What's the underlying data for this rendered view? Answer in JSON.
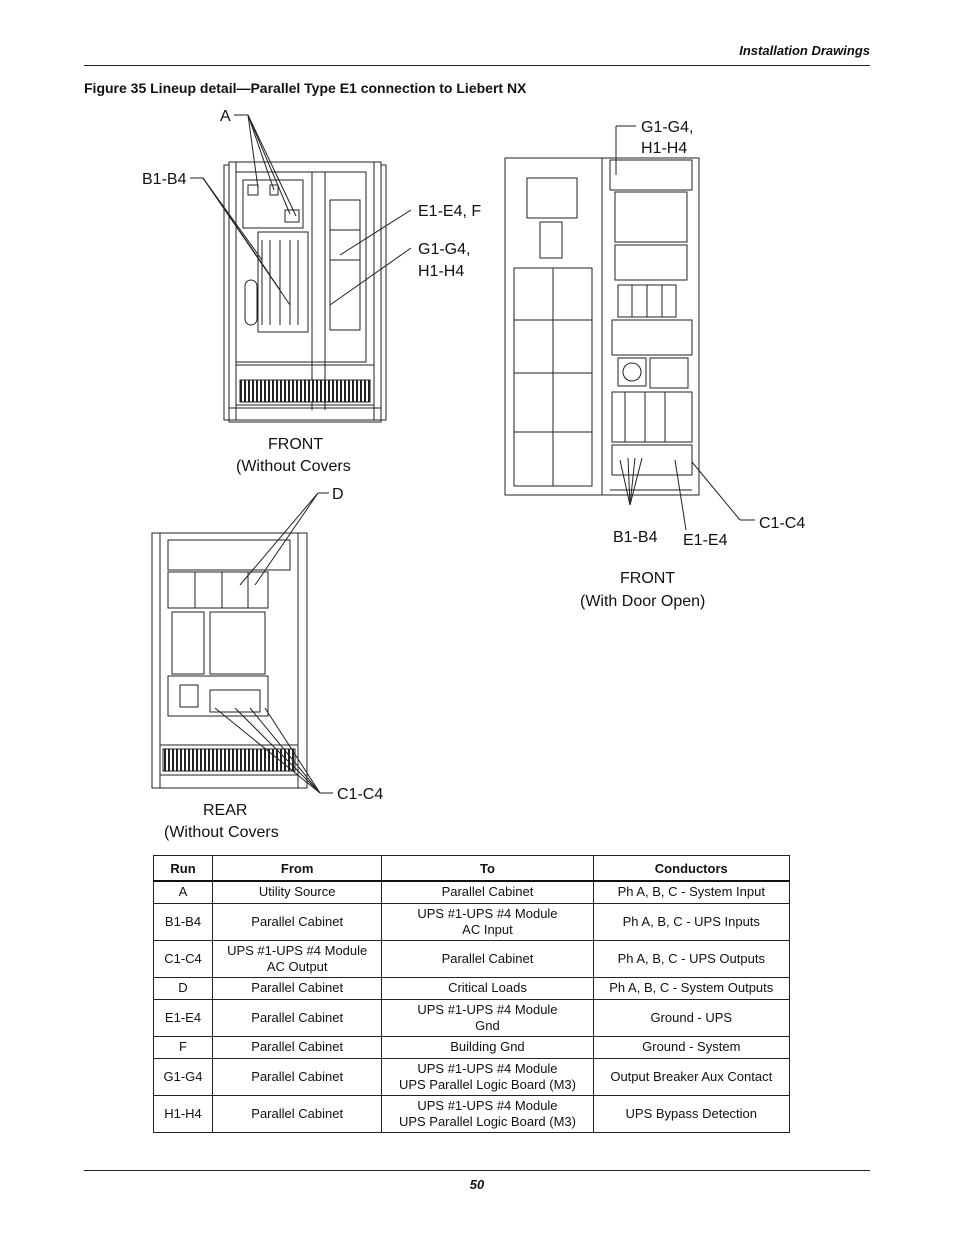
{
  "header": {
    "section": "Installation Drawings"
  },
  "figure": {
    "title": "Figure 35  Lineup detail—Parallel Type E1 connection to Liebert NX",
    "labels": {
      "a": "A",
      "b_front": "B1-B4",
      "e_f": "E1-E4, F",
      "gh_front_line1": "G1-G4,",
      "gh_front_line2": "H1-H4",
      "front_covers_line1": "FRONT",
      "front_covers_line2": "(Without Covers",
      "d": "D",
      "gh_right_line1": "G1-G4,",
      "gh_right_line2": "H1-H4",
      "b_right": "B1-B4",
      "e_right": "E1-E4",
      "c_right": "C1-C4",
      "front_door_line1": "FRONT",
      "front_door_line2": "(With Door Open)",
      "c_rear": "C1-C4",
      "rear_line1": "REAR",
      "rear_line2": "(Without Covers"
    }
  },
  "table": {
    "headers": [
      "Run",
      "From",
      "To",
      "Conductors"
    ],
    "rows": [
      {
        "run": "A",
        "from": [
          "Utility Source"
        ],
        "to": [
          "Parallel Cabinet"
        ],
        "conductors": "Ph A, B, C - System Input"
      },
      {
        "run": "B1-B4",
        "from": [
          "Parallel Cabinet"
        ],
        "to": [
          "UPS #1-UPS #4 Module",
          "AC Input"
        ],
        "conductors": "Ph A, B, C - UPS Inputs"
      },
      {
        "run": "C1-C4",
        "from": [
          "UPS #1-UPS #4 Module",
          "AC Output"
        ],
        "to": [
          "Parallel Cabinet"
        ],
        "conductors": "Ph A, B, C - UPS Outputs"
      },
      {
        "run": "D",
        "from": [
          "Parallel Cabinet"
        ],
        "to": [
          "Critical Loads"
        ],
        "conductors": "Ph A, B, C - System Outputs"
      },
      {
        "run": "E1-E4",
        "from": [
          "Parallel Cabinet"
        ],
        "to": [
          "UPS #1-UPS #4 Module",
          "Gnd"
        ],
        "conductors": "Ground - UPS"
      },
      {
        "run": "F",
        "from": [
          "Parallel Cabinet"
        ],
        "to": [
          "Building Gnd"
        ],
        "conductors": "Ground - System"
      },
      {
        "run": "G1-G4",
        "from": [
          "Parallel Cabinet"
        ],
        "to": [
          "UPS #1-UPS #4 Module",
          "UPS Parallel Logic Board (M3)"
        ],
        "conductors": "Output Breaker Aux Contact"
      },
      {
        "run": "H1-H4",
        "from": [
          "Parallel Cabinet"
        ],
        "to": [
          "UPS #1-UPS #4 Module",
          "UPS Parallel Logic Board (M3)"
        ],
        "conductors": "UPS Bypass Detection"
      }
    ]
  },
  "footer": {
    "page": "50"
  }
}
